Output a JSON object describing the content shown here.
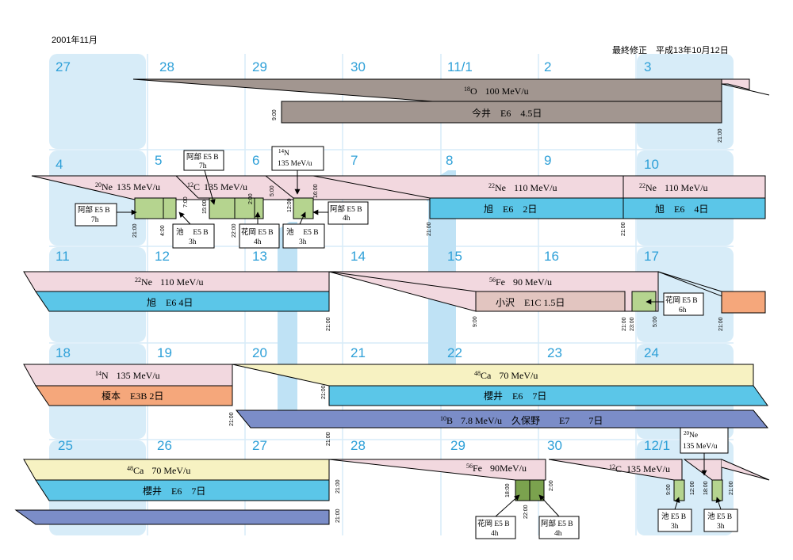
{
  "header": {
    "month": "2001年11月",
    "revision": "最終修正　平成13年10月12日"
  },
  "days": {
    "w1": [
      "27",
      "28",
      "29",
      "30",
      "11/1",
      "2",
      "3"
    ],
    "w2": [
      "4",
      "5",
      "6",
      "7",
      "8",
      "9",
      "10"
    ],
    "w3": [
      "11",
      "12",
      "13",
      "14",
      "15",
      "16",
      "17"
    ],
    "w4": [
      "18",
      "19",
      "20",
      "21",
      "22",
      "23",
      "24"
    ],
    "w5": [
      "25",
      "26",
      "27",
      "28",
      "29",
      "30",
      "12/1"
    ]
  },
  "beams": {
    "w1_o18": {
      "iso": "18",
      "el": "O",
      "energy": "100 MeV/u"
    },
    "w1_imai": "今井　E6　4.5日",
    "w2_ne20": {
      "iso": "20",
      "el": "Ne",
      "energy": "135 MeV/u"
    },
    "w2_c12": {
      "iso": "12",
      "el": "C",
      "energy": "135 MeV/u"
    },
    "w2_n14": {
      "iso": "14",
      "el": "N",
      "energy": "135 MeV/u"
    },
    "w2_ne22a": {
      "iso": "22",
      "el": "Ne",
      "energy": "110 MeV/u"
    },
    "w2_ne22b": {
      "iso": "22",
      "el": "Ne",
      "energy": "110 MeV/u"
    },
    "w2_asahi2": "旭　E6　2日",
    "w2_asahi4": "旭　E6　4日",
    "w3_ne22": {
      "iso": "22",
      "el": "Ne",
      "energy": "110 MeV/u"
    },
    "w3_asahi": "旭　E6  4日",
    "w3_fe56": {
      "iso": "56",
      "el": "Fe",
      "energy": "90 MeV/u"
    },
    "w3_ozawa": "小沢　E1C  1.5日",
    "w4_n14": {
      "iso": "14",
      "el": "N",
      "energy": "135 MeV/u"
    },
    "w4_enomoto": "榎本　E3B  2日",
    "w4_ca48": {
      "iso": "48",
      "el": "Ca",
      "energy": "70 MeV/u"
    },
    "w4_sakurai": "櫻井　E6　7日",
    "w4_b10": {
      "iso": "10",
      "el": "B",
      "energy": "7.8 MeV/u　久保野　　E7　　7日"
    },
    "w5_ca48": {
      "iso": "48",
      "el": "Ca",
      "energy": "70 MeV/u"
    },
    "w5_sakurai": "櫻井　E6　7日",
    "w5_fe56": {
      "iso": "56",
      "el": "Fe",
      "energy": "90MeV/u"
    },
    "w5_c12": {
      "iso": "12",
      "el": "C",
      "energy": "135 MeV/u"
    }
  },
  "boxes": {
    "w2_n14": {
      "iso": "14",
      "el": "N",
      "energy": "135 MeV/u"
    },
    "w2_abe_a": {
      "l1": "阿部 E5 B",
      "l2": "7h"
    },
    "w2_abe_b": {
      "l1": "阿部 E5 B",
      "l2": "7h"
    },
    "w2_ike_a": {
      "l1": "池　 E5 B",
      "l2": "3h"
    },
    "w2_hanaoka": {
      "l1": "花岡 E5 B",
      "l2": "4h"
    },
    "w2_ike_b": {
      "l1": "池　 E5 B",
      "l2": "3h"
    },
    "w2_abe_c": {
      "l1": "阿部 E5 B",
      "l2": "4h"
    },
    "w3_hanaoka": {
      "l1": "花岡 E5 B",
      "l2": "6h"
    },
    "w5_hanaoka": {
      "l1": "花岡 E5 B",
      "l2": "4h"
    },
    "w5_abe": {
      "l1": "阿部 E5 B",
      "l2": "4h"
    },
    "w5_ne20": {
      "iso": "20",
      "el": "Ne",
      "energy": "135 MeV/u"
    },
    "w5_ike_a": {
      "l1": "池 E5 B",
      "l2": "3h"
    },
    "w5_ike_b": {
      "l1": "池 E5 B",
      "l2": "3h"
    }
  },
  "times": {
    "t1": "9:00",
    "t2": "21:00",
    "t3": "21:00",
    "t4": "4:00",
    "t5": "7:00",
    "t6": "15:00",
    "t7": "22:00",
    "t8": "2:00",
    "t9": "5:00",
    "t10": "12:00",
    "t11": "16:00",
    "t12": "21:00",
    "t13": "21:00",
    "t14": "21:00",
    "t15": "9:00",
    "t16": "21:00",
    "t17": "23:00",
    "t18": "5:00",
    "t19": "21:00",
    "t20": "21:00",
    "t21": "21:00",
    "t22": "21:00",
    "t23": "21:00",
    "t24": "21:00",
    "t25": "18:00",
    "t26": "22:00",
    "t27": "2:00",
    "t28": "9:00",
    "t29": "12:00",
    "t30": "18:00",
    "t31": "21:00"
  },
  "colors": {
    "brown": "#a29690",
    "pink": "#f2d8df",
    "blue": "#5bc6e8",
    "peach": "#f5a77b",
    "yellow": "#f7f2c2",
    "indigo": "#7b8dc8",
    "green": "#b5d48f",
    "greendark": "#7ba24e",
    "rose": "#e2c5c0",
    "cell": "#d7ecf8",
    "deco": "#bfe2f5",
    "day": "#2ea0d8"
  }
}
